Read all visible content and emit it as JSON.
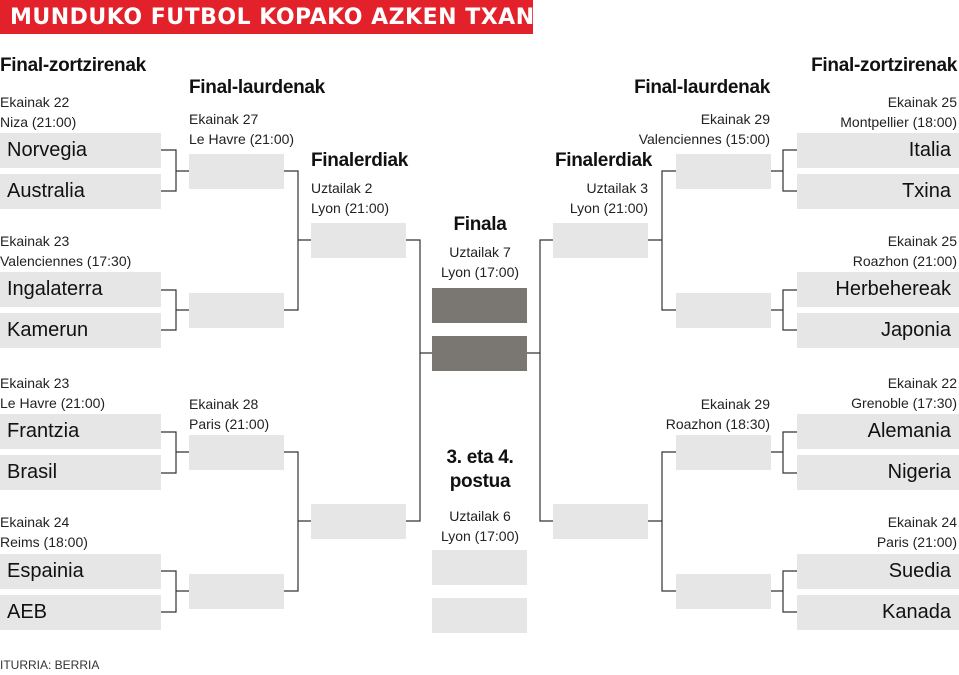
{
  "title": "MUNDUKO FUTBOL KOPAKO AZKEN TXANPA",
  "headings": {
    "round_of_16": "Final-zortzirenak",
    "quarterfinals": "Final-laurdenak",
    "semifinals": "Finalerdiak",
    "final": "Finala",
    "third_place_line1": "3. eta 4.",
    "third_place_line2": "postua"
  },
  "left": {
    "r16": [
      {
        "date": "Ekainak 22",
        "venue": "Niza (21:00)",
        "team1": "Norvegia",
        "team2": "Australia"
      },
      {
        "date": "Ekainak 23",
        "venue": "Valenciennes (17:30)",
        "team1": "Ingalaterra",
        "team2": "Kamerun"
      },
      {
        "date": "Ekainak 23",
        "venue": "Le Havre (21:00)",
        "team1": "Frantzia",
        "team2": "Brasil"
      },
      {
        "date": "Ekainak 24",
        "venue": "Reims (18:00)",
        "team1": "Espainia",
        "team2": "AEB"
      }
    ],
    "qf": [
      {
        "date": "Ekainak 27",
        "venue": "Le Havre (21:00)"
      },
      {
        "date": "Ekainak 28",
        "venue": "Paris (21:00)"
      }
    ],
    "sf": {
      "date": "Uztailak 2",
      "venue": "Lyon (21:00)"
    }
  },
  "right": {
    "r16": [
      {
        "date": "Ekainak 25",
        "venue": "Montpellier (18:00)",
        "team1": "Italia",
        "team2": "Txina"
      },
      {
        "date": "Ekainak 25",
        "venue": "Roazhon (21:00)",
        "team1": "Herbehereak",
        "team2": "Japonia"
      },
      {
        "date": "Ekainak 22",
        "venue": "Grenoble (17:30)",
        "team1": "Alemania",
        "team2": "Nigeria"
      },
      {
        "date": "Ekainak 24",
        "venue": "Paris (21:00)",
        "team1": "Suedia",
        "team2": "Kanada"
      }
    ],
    "qf": [
      {
        "date": "Ekainak 29",
        "venue": "Valenciennes (15:00)"
      },
      {
        "date": "Ekainak 29",
        "venue": "Roazhon (18:30)"
      }
    ],
    "sf": {
      "date": "Uztailak 3",
      "venue": "Lyon (21:00)"
    }
  },
  "final": {
    "date": "Uztailak 7",
    "venue": "Lyon (17:00)"
  },
  "third_place": {
    "date": "Uztailak 6",
    "venue": "Lyon (17:00)"
  },
  "source": "ITURRIA: BERRIA",
  "colors": {
    "title_bg": "#e3212b",
    "slot": "#e6e6e6",
    "final_slot": "#7a7772",
    "lines": "#333333"
  }
}
